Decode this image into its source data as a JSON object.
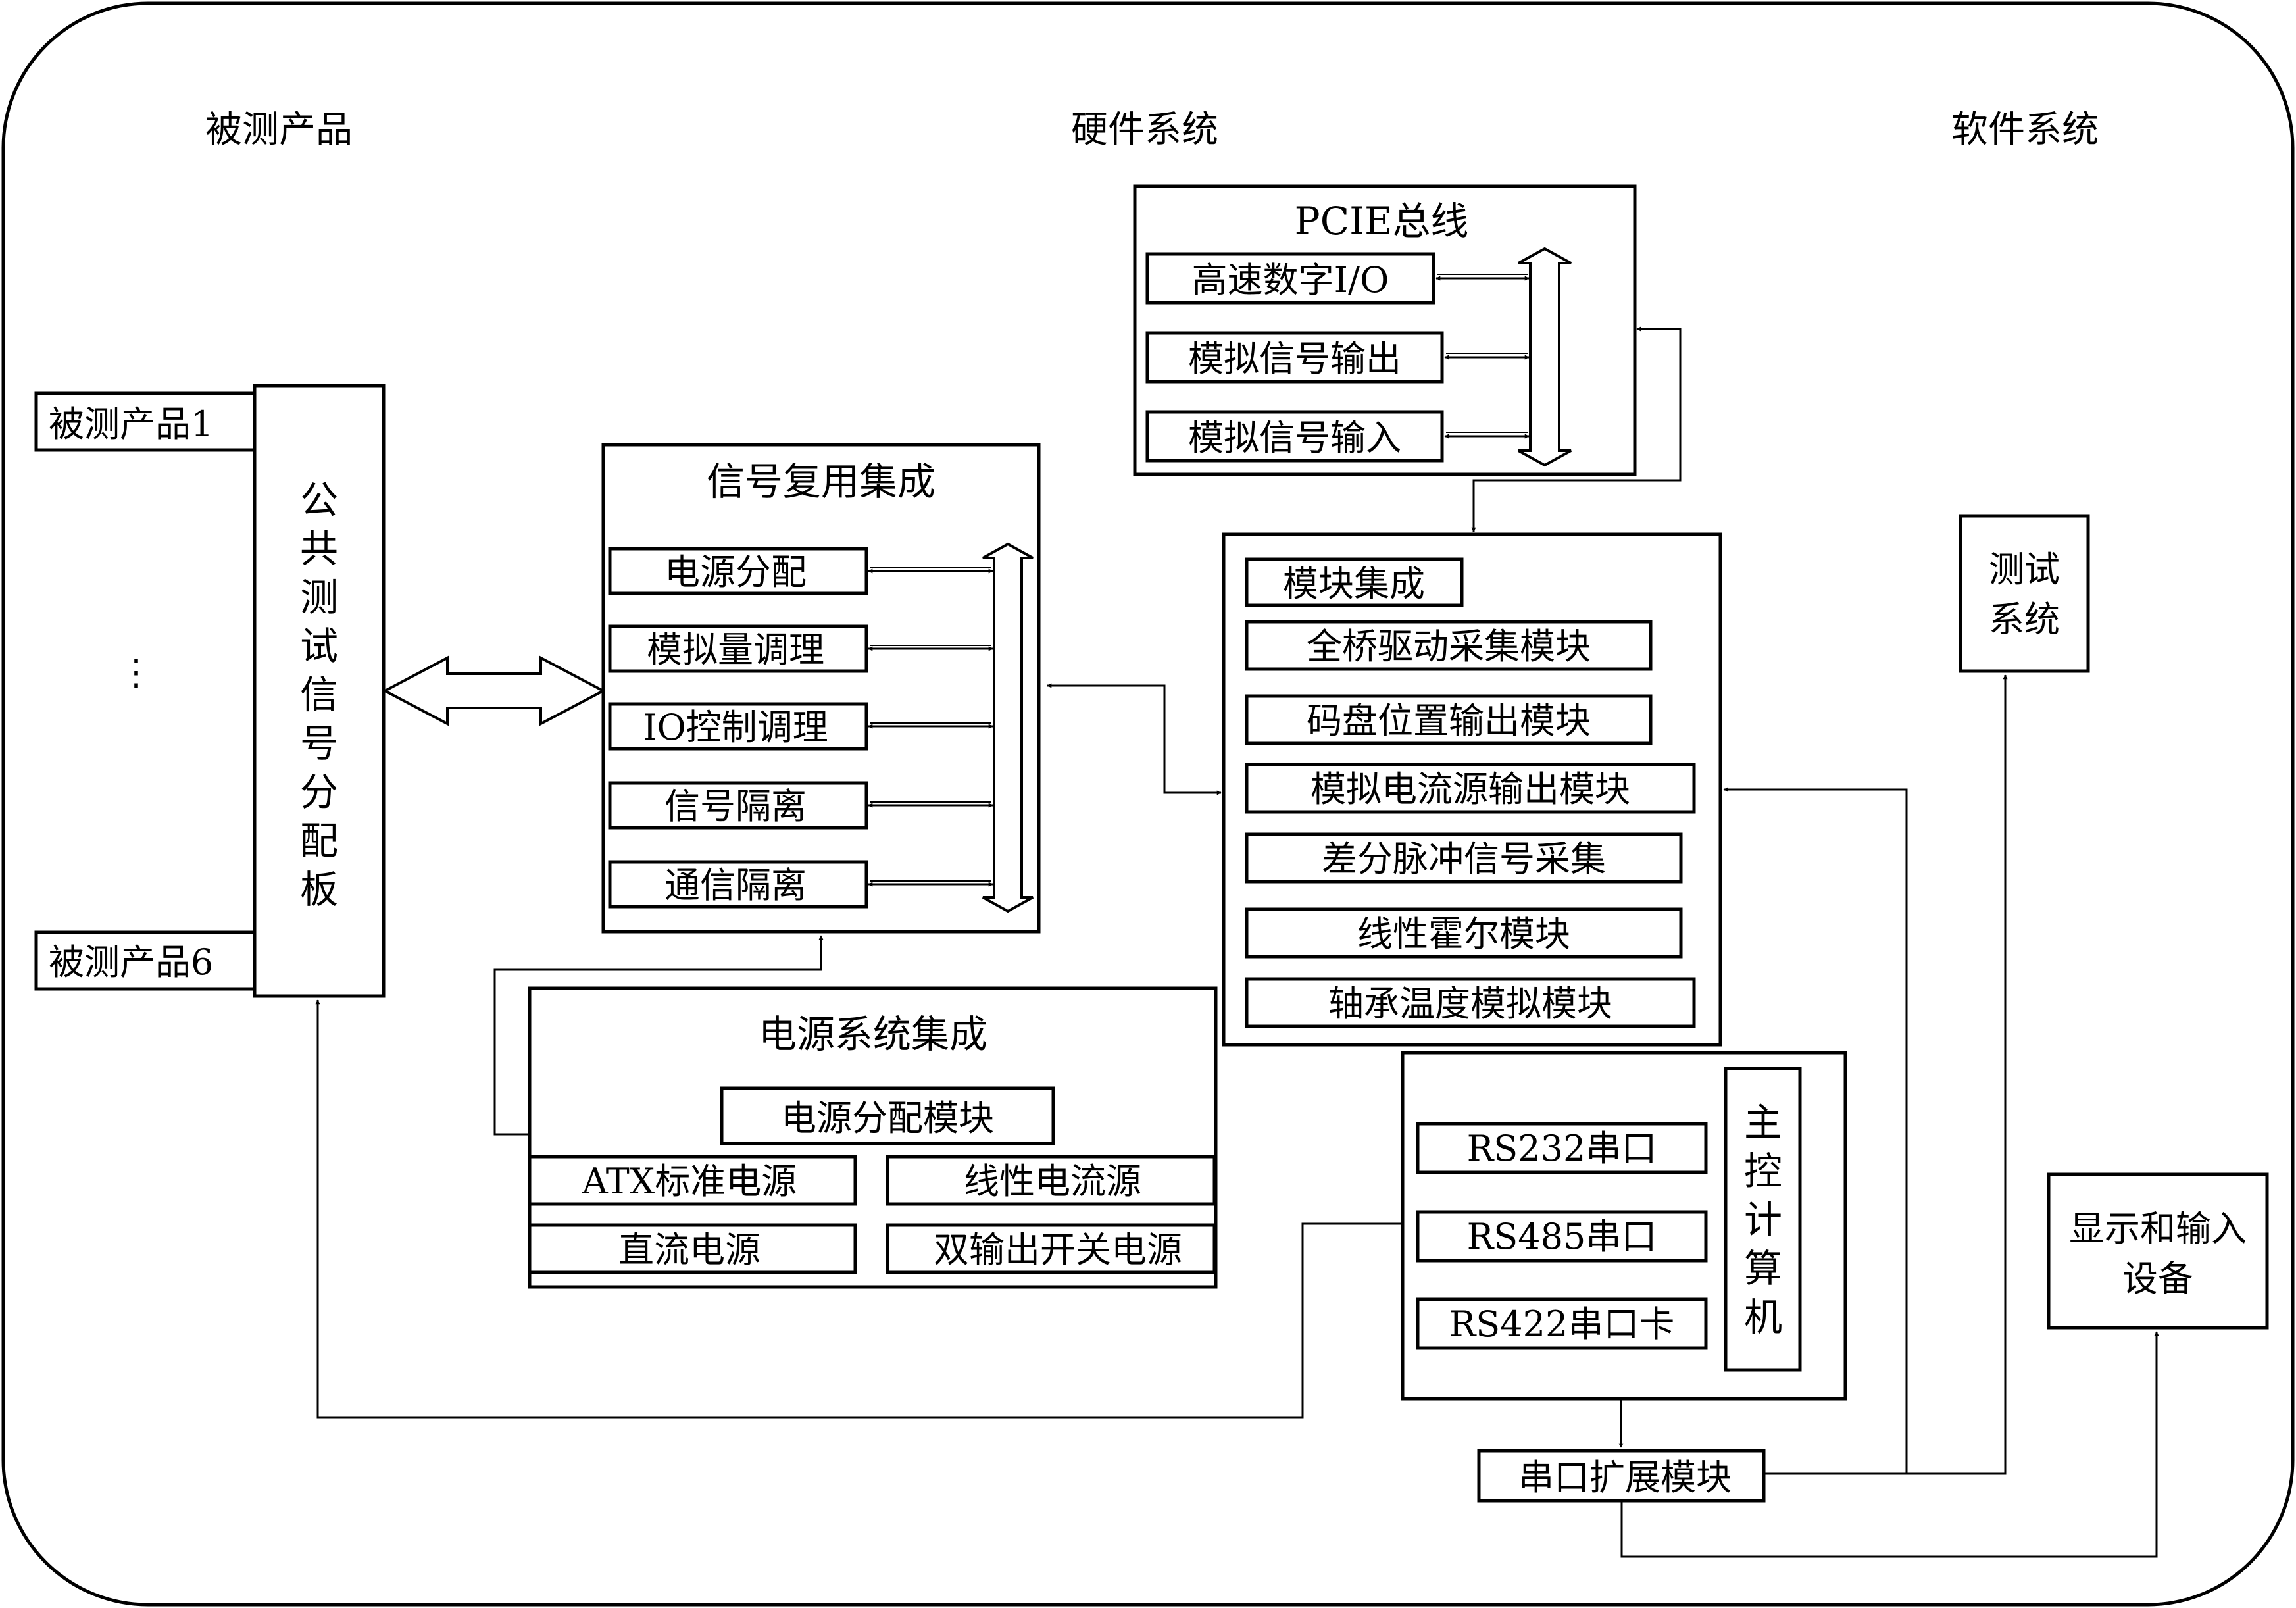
{
  "sections": {
    "products": "被测产品",
    "hardware": "硬件系统",
    "software": "软件系统"
  },
  "dut": {
    "product1": "被测产品1",
    "ellipsis": "⋮",
    "product6": "被测产品6"
  },
  "distribution_board": {
    "chars": [
      "公",
      "共",
      "测",
      "试",
      "信",
      "号",
      "分",
      "配",
      "板"
    ]
  },
  "pcie": {
    "title": "PCIE总线",
    "items": [
      "高速数字I/O",
      "模拟信号输出",
      "模拟信号输入"
    ]
  },
  "signal_mux": {
    "title": "信号复用集成",
    "items": [
      "电源分配",
      "模拟量调理",
      "IO控制调理",
      "信号隔离",
      "通信隔离"
    ]
  },
  "module_integration": {
    "title": "模块集成",
    "items": [
      "全桥驱动采集模块",
      "码盘位置输出模块",
      "模拟电流源输出模块",
      "差分脉冲信号采集",
      "线性霍尔模块",
      "轴承温度模拟模块"
    ]
  },
  "power_system": {
    "title": "电源系统集成",
    "distribution": "电源分配模块",
    "atx": "ATX标准电源",
    "linear_current": "线性电流源",
    "dc": "直流电源",
    "dual_output": "双输出开关电源"
  },
  "main_computer": {
    "chars": [
      "主",
      "控",
      "计",
      "算",
      "机"
    ],
    "ports": [
      "RS232串口",
      "RS485串口",
      "RS422串口卡"
    ]
  },
  "serial_expansion": "串口扩展模块",
  "test_system": {
    "line1": "测试",
    "line2": "系统"
  },
  "display_device": {
    "line1": "显示和输入",
    "line2": "设备"
  }
}
